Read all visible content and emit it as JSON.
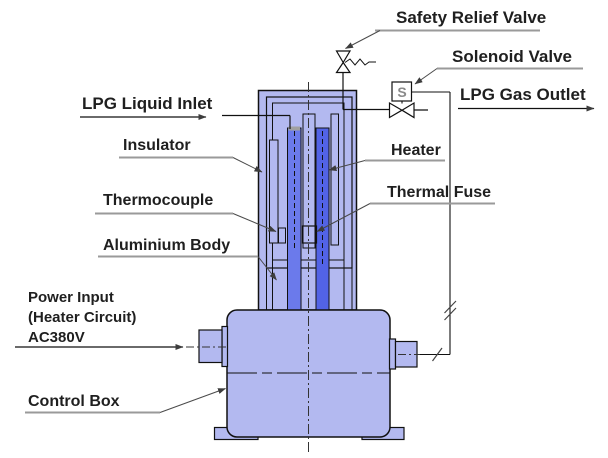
{
  "labels": {
    "safety_relief_valve": "Safety Relief Valve",
    "solenoid_valve": "Solenoid Valve",
    "lpg_liquid_inlet": "LPG Liquid Inlet",
    "lpg_gas_outlet": "LPG Gas Outlet",
    "insulator": "Insulator",
    "heater": "Heater",
    "thermal_fuse": "Thermal Fuse",
    "thermocouple": "Thermocouple",
    "aluminium_body": "Aluminium Body",
    "power_input_line1": "Power Input",
    "power_input_line2": "(Heater Circuit)",
    "power_input_line3": "AC380V",
    "control_box": "Control Box",
    "solenoid_symbol": "S"
  },
  "colors": {
    "body_fill": "#b3b9f0",
    "heater_fill_left": "#6b7aeb",
    "heater_fill_right": "#5263e6",
    "outline": "#111111",
    "leader": "#4a4a4a",
    "underline": "#9a9a9a",
    "text": "#1f1f1f"
  }
}
